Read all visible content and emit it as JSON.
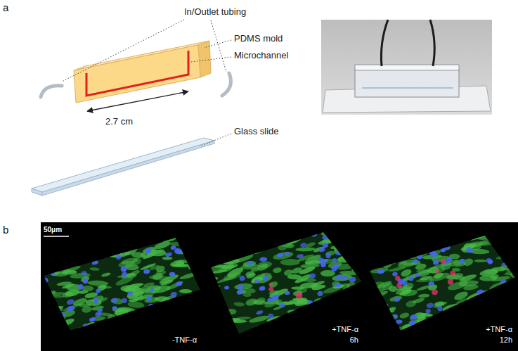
{
  "diagram": {
    "nodes": [
      {
        "text": [
          "-TNF-α"
        ]
      },
      {
        "text": [
          "+TNF-α 6h"
        ]
      },
      {
        "text": [
          "+TNF-α 12h"
        ]
      }
    ],
    "labels": [
      "a",
      "In/Outlet tubing",
      "PDMS mold",
      "Microchannel",
      "2.7 cm",
      "Glass slide",
      "b",
      "50μm"
    ]
  }
}
